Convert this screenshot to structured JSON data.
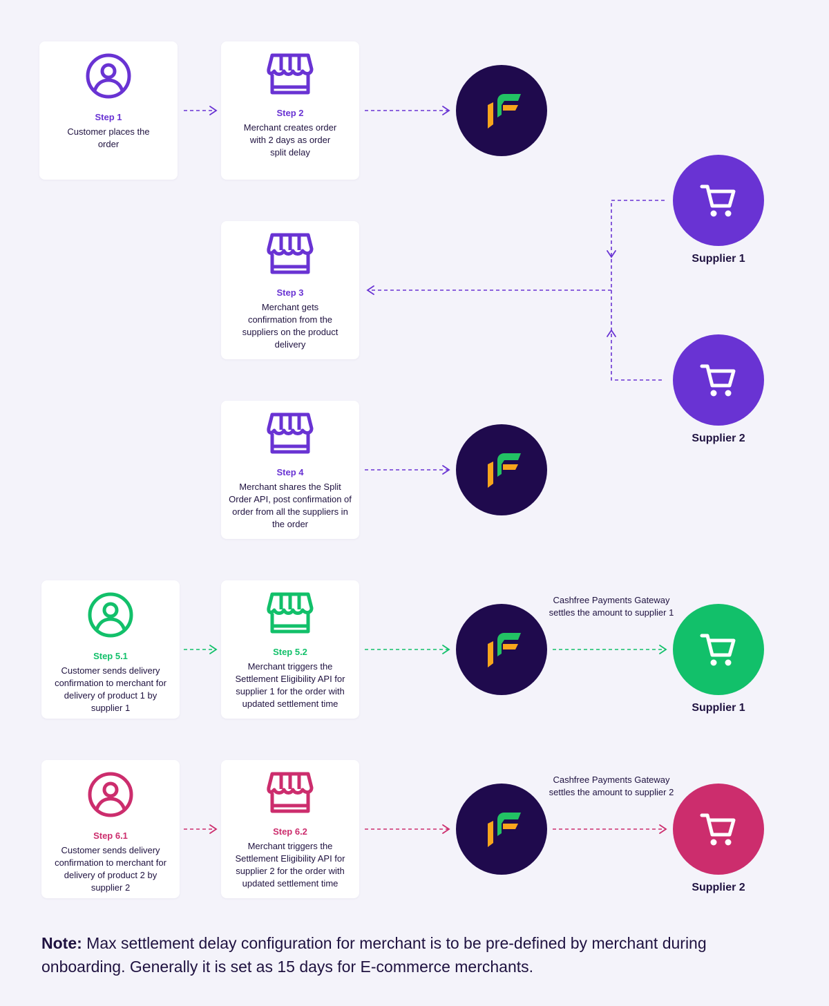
{
  "colors": {
    "purple": "#6933d3",
    "green": "#12c06a",
    "pink": "#cc2d6d",
    "cashfree_dark": "#1f0a4d",
    "cashfree_green": "#22c264",
    "cashfree_orange": "#f8a51c",
    "background": "#f4f3fa",
    "text": "#1f1240"
  },
  "steps": {
    "s1": {
      "title": "Step 1",
      "desc": "Customer places the order",
      "icon": "user-icon",
      "color": "purple"
    },
    "s2": {
      "title": "Step 2",
      "desc": "Merchant creates order with 2 days as order split delay",
      "icon": "store-icon",
      "color": "purple"
    },
    "s3": {
      "title": "Step 3",
      "desc": "Merchant gets confirmation from the suppliers on the product delivery",
      "icon": "store-icon",
      "color": "purple"
    },
    "s4": {
      "title": "Step 4",
      "desc": "Merchant shares the Split Order API, post confirmation of order from all the suppliers in the order",
      "icon": "store-icon",
      "color": "purple"
    },
    "s51": {
      "title": "Step 5.1",
      "desc": "Customer sends delivery confirmation to merchant for delivery of product 1 by supplier 1",
      "icon": "user-icon",
      "color": "green"
    },
    "s52": {
      "title": "Step 5.2",
      "desc": "Merchant triggers the Settlement Eligibility API for supplier 1 for the order with updated settlement time",
      "icon": "store-icon",
      "color": "green"
    },
    "s61": {
      "title": "Step 6.1",
      "desc": "Customer sends delivery confirmation to merchant for delivery of product 2 by supplier 2",
      "icon": "user-icon",
      "color": "pink"
    },
    "s62": {
      "title": "Step 6.2",
      "desc": "Merchant triggers the Settlement Eligibility API for supplier 2 for the order with updated settlement time",
      "icon": "store-icon",
      "color": "pink"
    }
  },
  "suppliers": {
    "a": {
      "label": "Supplier 1",
      "icon": "cart-icon",
      "color": "purple"
    },
    "b": {
      "label": "Supplier 2",
      "icon": "cart-icon",
      "color": "purple"
    },
    "c": {
      "label": "Supplier 1",
      "icon": "cart-icon",
      "color": "green"
    },
    "d": {
      "label": "Supplier 2",
      "icon": "cart-icon",
      "color": "pink"
    }
  },
  "gateway_labels": {
    "g1": "Cashfree Payments Gateway settles the amount to supplier 1",
    "g2": "Cashfree Payments Gateway settles the amount to supplier 2"
  },
  "note": {
    "bold": "Note:",
    "text": " Max settlement delay configuration for merchant is to be pre-defined by merchant during onboarding. Generally it is set as 15 days for E-commerce merchants."
  }
}
